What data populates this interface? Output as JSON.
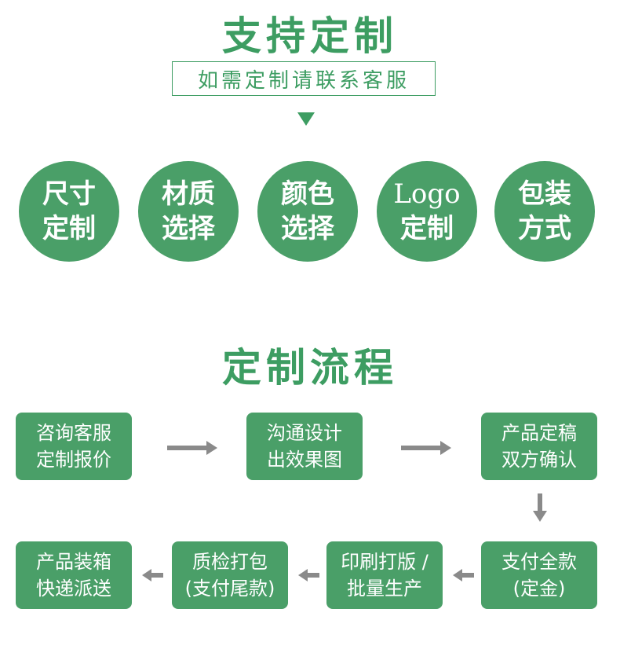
{
  "header": {
    "title": "支持定制",
    "subtitle": "如需定制请联系客服"
  },
  "options": [
    {
      "line1": "尺寸",
      "line2": "定制"
    },
    {
      "line1": "材质",
      "line2": "选择"
    },
    {
      "line1": "颜色",
      "line2": "选择"
    },
    {
      "line1": "Logo",
      "line2": "定制"
    },
    {
      "line1": "包装",
      "line2": "方式"
    }
  ],
  "process": {
    "title": "定制流程",
    "steps": [
      {
        "line1": "咨询客服",
        "line2": "定制报价"
      },
      {
        "line1": "沟通设计",
        "line2": "出效果图"
      },
      {
        "line1": "产品定稿",
        "line2": "双方确认"
      },
      {
        "line1": "支付全款",
        "line2": "(定金)"
      },
      {
        "line1": "印刷打版 /",
        "line2": "批量生产"
      },
      {
        "line1": "质检打包",
        "line2": "(支付尾款)"
      },
      {
        "line1": "产品装箱",
        "line2": "快递派送"
      }
    ]
  },
  "colors": {
    "accent": "#3d9d62",
    "box": "#4a9f68",
    "arrow": "#8a8a8a"
  }
}
